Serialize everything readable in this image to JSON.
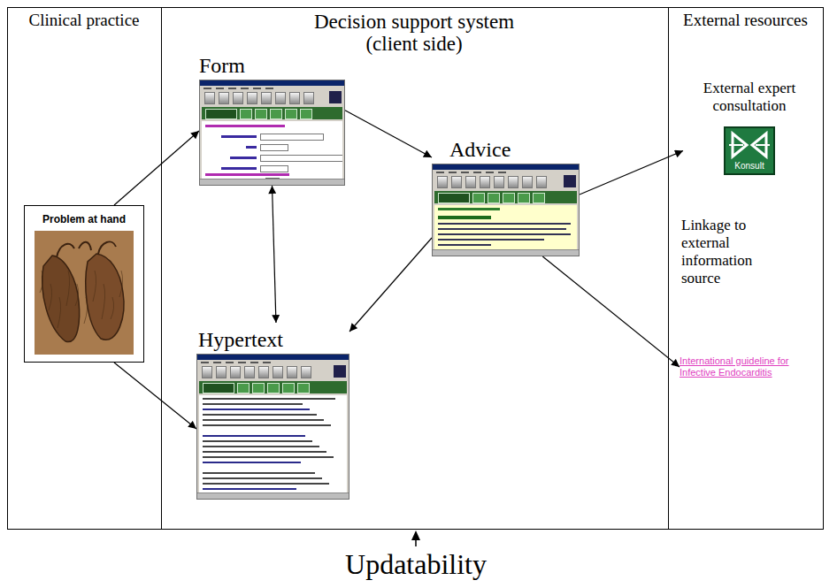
{
  "diagram": {
    "nodes": [
      {
        "text": [
          "Problem at hand"
        ]
      },
      {
        "text": [
          "Form"
        ]
      },
      {
        "text": [
          "Advice"
        ]
      },
      {
        "text": [
          "Hypertext"
        ]
      },
      {
        "text": [
          "External expert consultation",
          "Konsult"
        ]
      },
      {
        "text": [
          "International guideline for Infective Endocarditis"
        ]
      }
    ],
    "edges": [
      {
        "from": 0,
        "to": 1,
        "arrow": "to"
      },
      {
        "from": 0,
        "to": 3,
        "arrow": "to"
      },
      {
        "from": 1,
        "to": 3,
        "arrow": "both"
      },
      {
        "from": 1,
        "to": 2,
        "arrow": "to"
      },
      {
        "from": 2,
        "to": 3,
        "arrow": "to"
      },
      {
        "from": 2,
        "to": 4,
        "arrow": "to"
      },
      {
        "from": 2,
        "to": 5,
        "arrow": "to"
      }
    ],
    "labels": [
      "Clinical practice",
      "Decision support system (client side)",
      "External resources",
      "Linkage to external information source",
      "Updatability"
    ]
  }
}
